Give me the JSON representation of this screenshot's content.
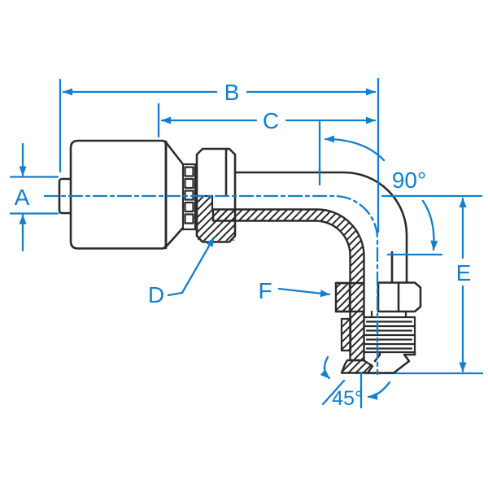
{
  "drawing": {
    "dimension_labels": {
      "a": "A",
      "b": "B",
      "c": "C",
      "d": "D",
      "e": "E",
      "f": "F"
    },
    "angle_labels": {
      "bend": "90°",
      "seat": "45°"
    },
    "colors": {
      "dimension_blue": "#107fd0",
      "line_black": "#2b2b2b",
      "background": "#ffffff"
    }
  }
}
